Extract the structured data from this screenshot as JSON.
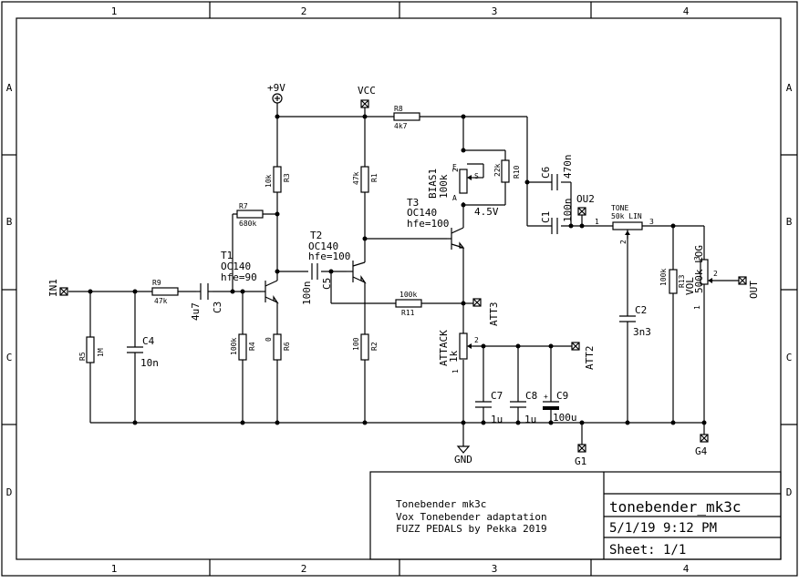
{
  "frame": {
    "columns": [
      "1",
      "2",
      "3",
      "4"
    ],
    "rows": [
      "A",
      "B",
      "C",
      "D"
    ]
  },
  "title_block": {
    "description_lines": [
      "Tonebender mk3c",
      "Vox Tonebender adaptation",
      "FUZZ PEDALS by Pekka 2019"
    ],
    "name": "tonebender_mk3c",
    "date": "5/1/19 9:12 PM",
    "sheet": "Sheet: 1/1"
  },
  "supplies": {
    "plus9v": "+9V",
    "vcc": "VCC",
    "gnd": "GND"
  },
  "pads": {
    "in1": "IN1",
    "out": "OUT",
    "att3": "ATT3",
    "att2": "ATT2",
    "ou2": "OU2",
    "g1": "G1",
    "g4": "G4"
  },
  "resistors": {
    "r9": {
      "name": "R9",
      "value": "47k"
    },
    "r5": {
      "name": "R5",
      "value": "1M"
    },
    "r7": {
      "name": "R7",
      "value": "680k"
    },
    "r3": {
      "name": "R3",
      "value": "10k"
    },
    "r4": {
      "name": "R4",
      "value": "100k"
    },
    "r6": {
      "name": "R6",
      "value": "0"
    },
    "r1": {
      "name": "R1",
      "value": "47k"
    },
    "r2": {
      "name": "R2",
      "value": "100"
    },
    "r11": {
      "name": "R11",
      "value": "100k"
    },
    "r8": {
      "name": "R8",
      "value": "4k7"
    },
    "r10": {
      "name": "R10",
      "value": "22k"
    },
    "r13": {
      "name": "R13",
      "value": "100k"
    }
  },
  "capacitors": {
    "c3": {
      "name": "C3",
      "value": "4u7"
    },
    "c4": {
      "name": "C4",
      "value": "10n"
    },
    "c5": {
      "name": "C5",
      "value": "100n"
    },
    "c6": {
      "name": "C6",
      "value": "470n"
    },
    "c1": {
      "name": "C1",
      "value": "100n"
    },
    "c2": {
      "name": "C2",
      "value": "3n3"
    },
    "c7": {
      "name": "C7",
      "value": "1u"
    },
    "c8": {
      "name": "C8",
      "value": "1u"
    },
    "c9": {
      "name": "C9",
      "value": "100u"
    }
  },
  "transistors": {
    "t1": {
      "name": "T1",
      "type": "OC140",
      "hfe": "hfe=90"
    },
    "t2": {
      "name": "T2",
      "type": "OC140",
      "hfe": "hfe=100"
    },
    "t3": {
      "name": "T3",
      "type": "OC140",
      "hfe": "hfe=100"
    }
  },
  "pots": {
    "bias": {
      "name": "BIAS1",
      "value": "100k",
      "pin_e": "E",
      "pin_a": "A",
      "pin_s": "S"
    },
    "tone": {
      "name": "TONE",
      "value": "50k LIN"
    },
    "attack": {
      "name": "ATTACK",
      "value": "1k"
    },
    "vol": {
      "name": "VOL",
      "value": "500k LOG"
    }
  },
  "net_labels": {
    "v45": "4.5V"
  },
  "pins": {
    "p1": "1",
    "p2": "2",
    "p3": "3"
  }
}
